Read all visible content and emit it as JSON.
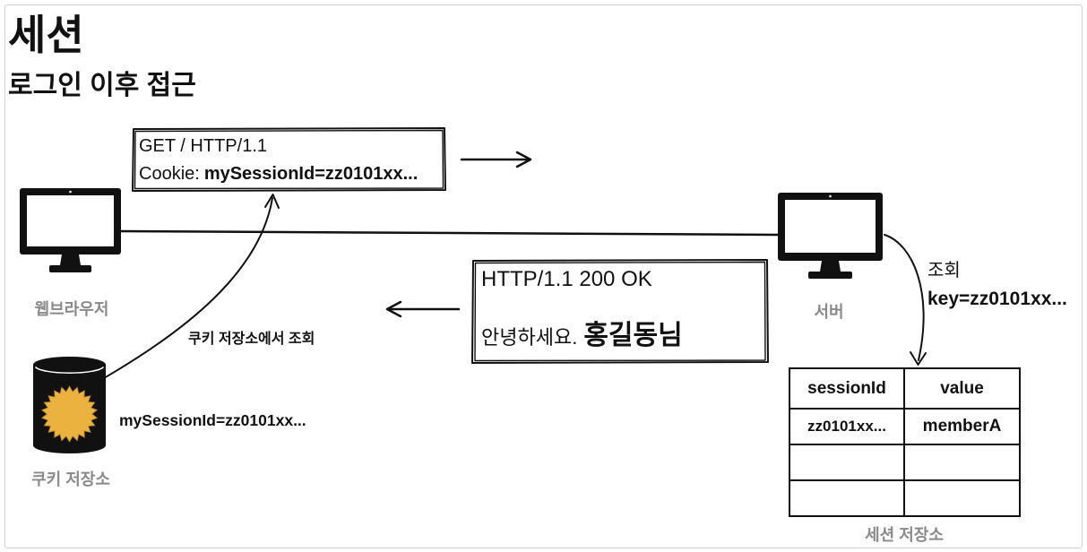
{
  "title": "세션",
  "subtitle": "로그인 이후 접근",
  "request": {
    "method_line": "GET / HTTP/1.1",
    "cookie_label": "Cookie:",
    "cookie_value": "mySessionId=zz0101xx..."
  },
  "response": {
    "status_line": "HTTP/1.1 200 OK",
    "greeting": "안녕하세요.",
    "user_name": "홍길동님"
  },
  "browser": {
    "label": "웹브라우저",
    "icon": "monitor-icon"
  },
  "server": {
    "label": "서버",
    "icon": "monitor-icon"
  },
  "cookie_store": {
    "label": "쿠키 저장소",
    "lookup_label": "쿠키 저장소에서 조회",
    "stored_cookie": "mySessionId=zz0101xx...",
    "icon": "database-icon"
  },
  "session_lookup": {
    "action": "조회",
    "key": "key=zz0101xx..."
  },
  "session_store": {
    "label": "세션 저장소",
    "columns": [
      "sessionId",
      "value"
    ],
    "rows": [
      [
        "zz0101xx...",
        "memberA"
      ],
      [
        "",
        ""
      ],
      [
        "",
        ""
      ]
    ]
  },
  "colors": {
    "ink": "#111111",
    "label_gray": "#8a8a8a",
    "frame_border": "#d2d2d2",
    "starburst": "#EBB23F"
  }
}
